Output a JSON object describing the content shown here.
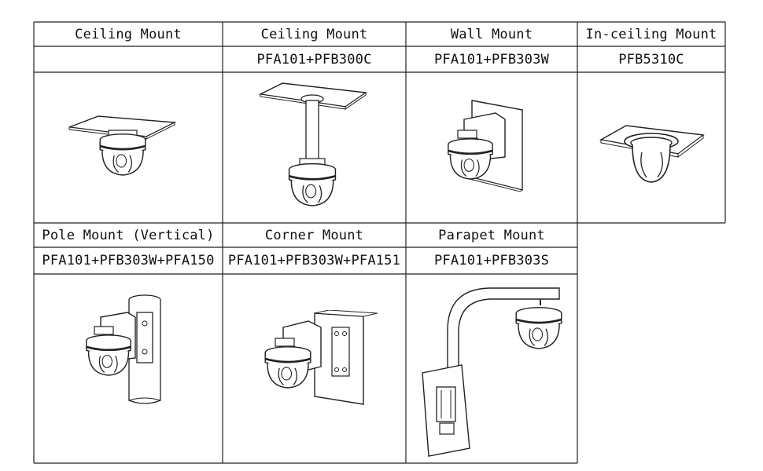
{
  "row1": {
    "headers": [
      "Ceiling Mount",
      "Ceiling Mount",
      "Wall Mount",
      "In-ceiling Mount"
    ],
    "models": [
      "",
      "PFA101+PFB300C",
      "PFA101+PFB303W",
      "PFB5310C"
    ]
  },
  "row2": {
    "headers": [
      "Pole Mount (Vertical)",
      "Corner Mount",
      "Parapet Mount"
    ],
    "models": [
      "PFA101+PFB303W+PFA150",
      "PFA101+PFB303W+PFA151",
      "PFA101+PFB303S"
    ]
  },
  "icons": [
    "ceiling-mount-icon",
    "ceiling-pendant-mount-icon",
    "wall-mount-icon",
    "in-ceiling-mount-icon",
    "pole-mount-icon",
    "corner-mount-icon",
    "parapet-mount-icon"
  ]
}
